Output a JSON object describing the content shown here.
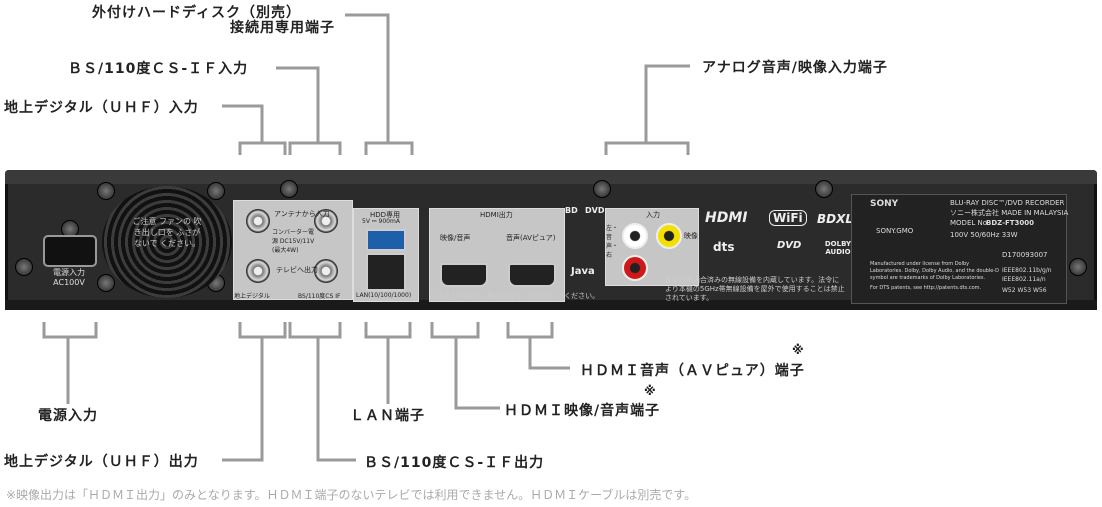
{
  "labels": {
    "hdd_port_line1": "外付けハードディスク（別売）",
    "hdd_port_line2": "接続用専用端子",
    "bs_cs_if_in": "ＢＳ/110度ＣＳ-ＩＦ入力",
    "terrestrial_in": "地上デジタル（ＵＨＦ）入力",
    "analog_in": "アナログ音声/映像入力端子",
    "power_in": "電源入力",
    "terrestrial_out": "地上デジタル（ＵＨＦ）出力",
    "lan_port": "ＬＡＮ端子",
    "hdmi_video_audio": "ＨＤＭＩ映像/音声端子",
    "hdmi_audio": "ＨＤＭＩ音声（ＡＶピュア）端子",
    "bs_cs_if_out": "ＢＳ/110度ＣＳ-ＩＦ出力",
    "asterisk": "※"
  },
  "footnote": "※映像出力は「ＨＤＭＩ出力」のみとなります。ＨＤＭＩ端子のないテレビでは利用できません。ＨＤＭＩケーブルは別売です。",
  "device": {
    "fan_note": "ご注意 ファンの 吹き出し口を ふさがないで ください。",
    "power_label": "電源入力",
    "power_rating": "AC100V",
    "antenna_panel": {
      "terrestrial": "地上デジタル",
      "bs_cs": "BS/110度CS IF",
      "antenna_in": "アンテナから入力",
      "converter": "コンバーター電源 DC15V/11V (最大4W)",
      "tv_out": "テレビへ出力"
    },
    "hdd_usb": {
      "title": "HDD専用",
      "rating": "5V ⎓ 900mA",
      "lan": "LAN(10/100/1000)"
    },
    "hdmi_panel": {
      "title": "HDMI出力",
      "video_audio": "映像/音声",
      "audio": "音声(AVピュア)",
      "caution": "ご注意  LAN端子に電話回線をつながないでください。"
    },
    "bd_dvd": [
      "BD",
      "DVD"
    ],
    "java": "Java",
    "analog_panel": {
      "title": "入力",
      "lr": "左・音声・右",
      "video": "映像"
    },
    "wireless_note": "技術基準適合済みの無線設備を内蔵しています。法令により本機の5GHz帯無線設備を屋外で使用することは禁止されています。",
    "logos": [
      "HDMI",
      "WiFi",
      "BDXL",
      "dts",
      "DVD",
      "DOLBY AUDIO"
    ],
    "sticker": {
      "brand": "SONY",
      "brand_gmo": "SONY.GMO",
      "product": "BLU-RAY DISC™/DVD RECORDER",
      "maker": "ソニー株式会社 MADE IN MALAYSIA",
      "model_label": "MODEL No.",
      "model": "BDZ-FT3000",
      "power": "100V 50/60Hz 33W",
      "serial": "D170093007",
      "wifi_std": "IEEE802.11b/g/n",
      "wifi_std2": "IEEE802.11a/n",
      "bands": "W52 W53 W56",
      "dolby_note": "Manufactured under license from Dolby Laboratories. Dolby, Dolby Audio, and the double-D symbol are trademarks of Dolby Laboratories.",
      "dts_note": "For DTS patents, see http://patents.dts.com."
    }
  }
}
